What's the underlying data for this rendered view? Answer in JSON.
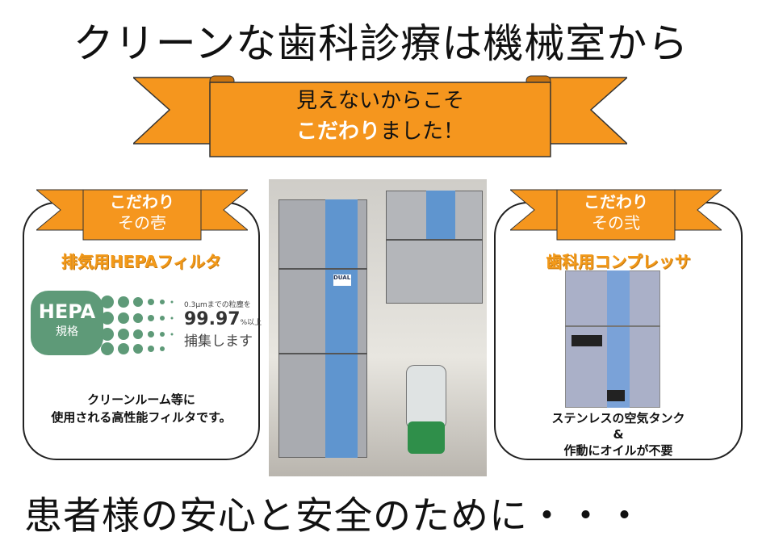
{
  "title": "クリーンな歯科診療は機械室から",
  "main_banner": {
    "line1": "見えないからこそ",
    "line2_highlight": "こだわり",
    "line2_rest": "ました！"
  },
  "left_card": {
    "ribbon_line1": "こだわり",
    "ribbon_line2": "その壱",
    "heading": "排気用HEPAフィルタ",
    "hepa_badge": {
      "logo": "HEPA",
      "sub": "規格"
    },
    "spec": {
      "line1": "0.3μmまでの粒塵を",
      "percent": "99.97",
      "percent_suffix": "%以上",
      "line3": "捕集します"
    },
    "description": [
      "クリーンルーム等に",
      "使用される高性能フィルタです。"
    ]
  },
  "right_card": {
    "ribbon_line1": "こだわり",
    "ribbon_line2": "その弐",
    "heading": "歯科用コンプレッサ",
    "description": [
      "ステンレスの空気タンク",
      "&",
      "作動にオイルが不要"
    ]
  },
  "photo": {
    "label": "DUAL"
  },
  "footer": "患者様の安心と安全のために・・・",
  "colors": {
    "ribbon": "#f5961e",
    "ribbon_dark": "#c97410",
    "hepa_green": "#5e9a78",
    "machine_blue": "#5f95cf"
  }
}
